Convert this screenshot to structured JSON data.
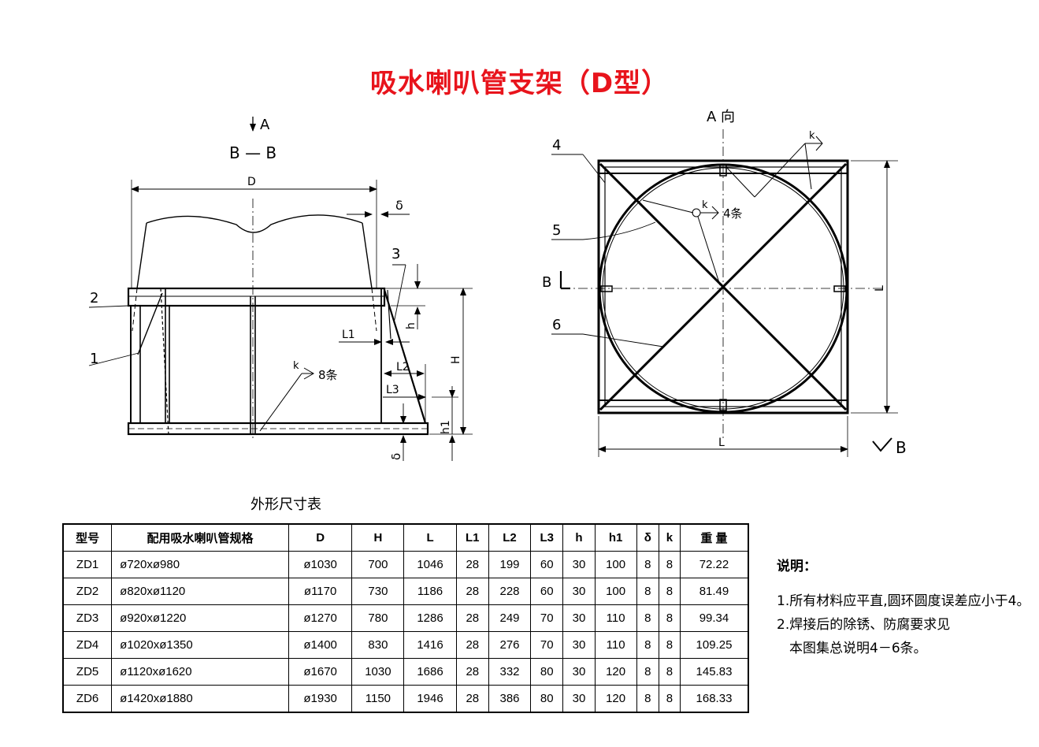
{
  "title": "吸水喇叭管支架（D型）",
  "left_view": {
    "arrow_label": "A",
    "section_label": "B — B",
    "dims": {
      "D": "D",
      "delta_top": "δ",
      "delta_bottom": "δ",
      "L1": "L1",
      "L2": "L2",
      "L3": "L3",
      "h": "h",
      "h1": "h1",
      "H": "H"
    },
    "weld_k": "k",
    "weld_count": "8条",
    "parts": [
      "1",
      "2",
      "3"
    ]
  },
  "right_view": {
    "view_label": "A 向",
    "weld_k_top": "k",
    "weld_k_center": "k",
    "weld_count": "4条",
    "dim_L_right": "L",
    "dim_L_bottom": "L",
    "section_B_left": "B",
    "section_B_right": "B",
    "parts": [
      "4",
      "5",
      "6"
    ]
  },
  "table": {
    "caption": "外形尺寸表",
    "headers": [
      "型号",
      "配用吸水喇叭管规格",
      "D",
      "H",
      "L",
      "L1",
      "L2",
      "L3",
      "h",
      "h1",
      "δ",
      "k",
      "重 量"
    ],
    "rows": [
      [
        "ZD1",
        "ø720xø980",
        "ø1030",
        "700",
        "1046",
        "28",
        "199",
        "60",
        "30",
        "100",
        "8",
        "8",
        "72.22"
      ],
      [
        "ZD2",
        "ø820xø1120",
        "ø1170",
        "730",
        "1186",
        "28",
        "228",
        "60",
        "30",
        "100",
        "8",
        "8",
        "81.49"
      ],
      [
        "ZD3",
        "ø920xø1220",
        "ø1270",
        "780",
        "1286",
        "28",
        "249",
        "70",
        "30",
        "110",
        "8",
        "8",
        "99.34"
      ],
      [
        "ZD4",
        "ø1020xø1350",
        "ø1400",
        "830",
        "1416",
        "28",
        "276",
        "70",
        "30",
        "110",
        "8",
        "8",
        "109.25"
      ],
      [
        "ZD5",
        "ø1120xø1620",
        "ø1670",
        "1030",
        "1686",
        "28",
        "332",
        "80",
        "30",
        "120",
        "8",
        "8",
        "145.83"
      ],
      [
        "ZD6",
        "ø1420xø1880",
        "ø1930",
        "1150",
        "1946",
        "28",
        "386",
        "80",
        "30",
        "120",
        "8",
        "8",
        "168.33"
      ]
    ]
  },
  "notes": {
    "title": "说明：",
    "items": [
      "1.所有材料应平直,圆环圆度误差应小于4。",
      "2.焊接后的除锈、防腐要求见",
      "本图集总说明4－6条。"
    ]
  }
}
